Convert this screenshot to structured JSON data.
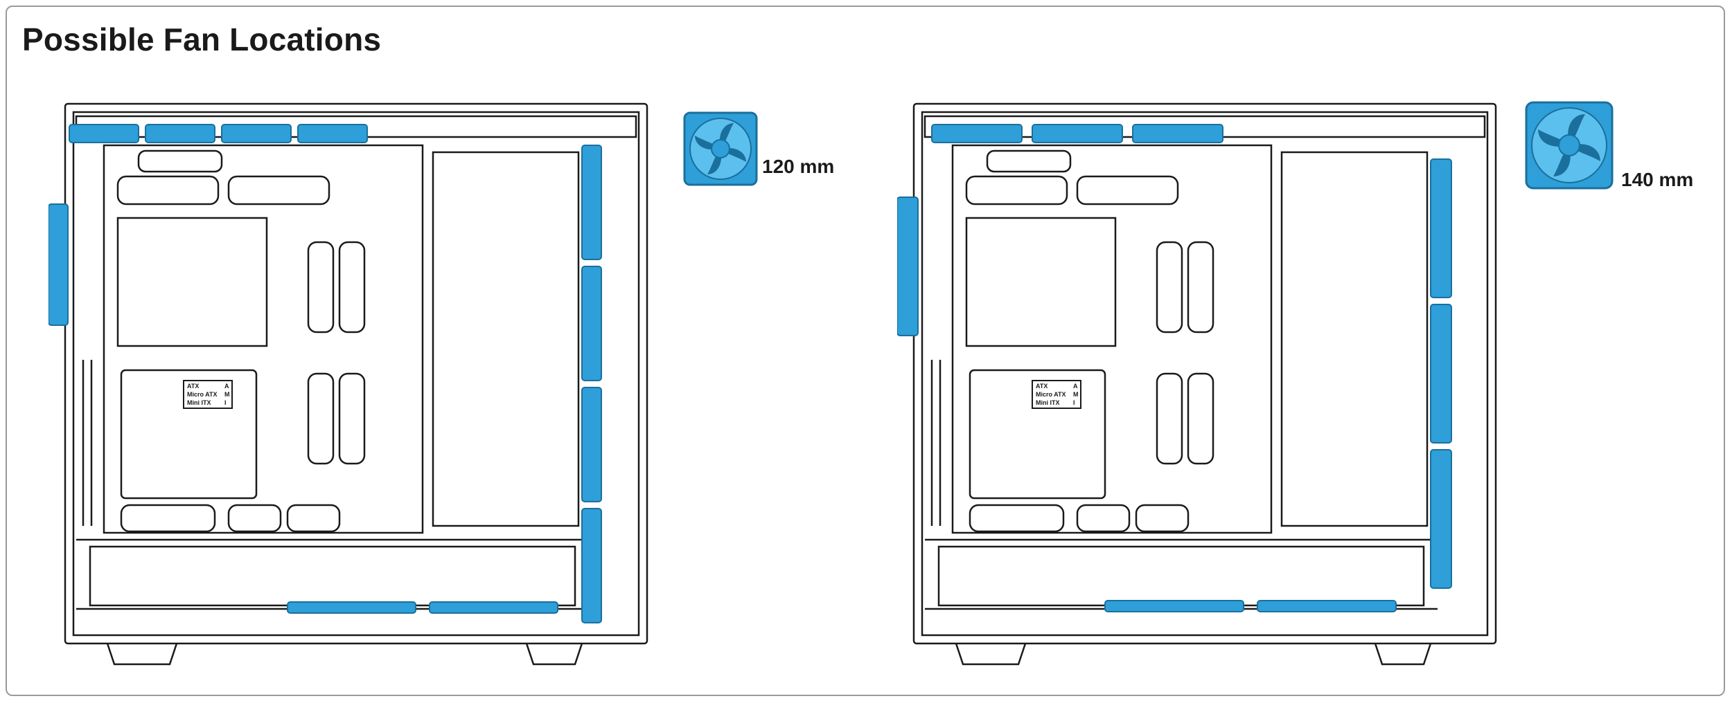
{
  "page": {
    "title": "Possible Fan Locations"
  },
  "colors": {
    "fan": "#2e9fd8",
    "fan_dark": "#1b6f9c",
    "line": "#1a1a1a",
    "frame": "#9a9a9a"
  },
  "panels": [
    {
      "fan_label": "120 mm",
      "board_labels": [
        "ATX",
        "Micro  ATX",
        "Mini ITX"
      ],
      "board_codes": [
        "A",
        "M",
        "I"
      ]
    },
    {
      "fan_label": "140 mm",
      "board_labels": [
        "ATX",
        "Micro  ATX",
        "Mini ITX"
      ],
      "board_codes": [
        "A",
        "M",
        "I"
      ]
    }
  ]
}
